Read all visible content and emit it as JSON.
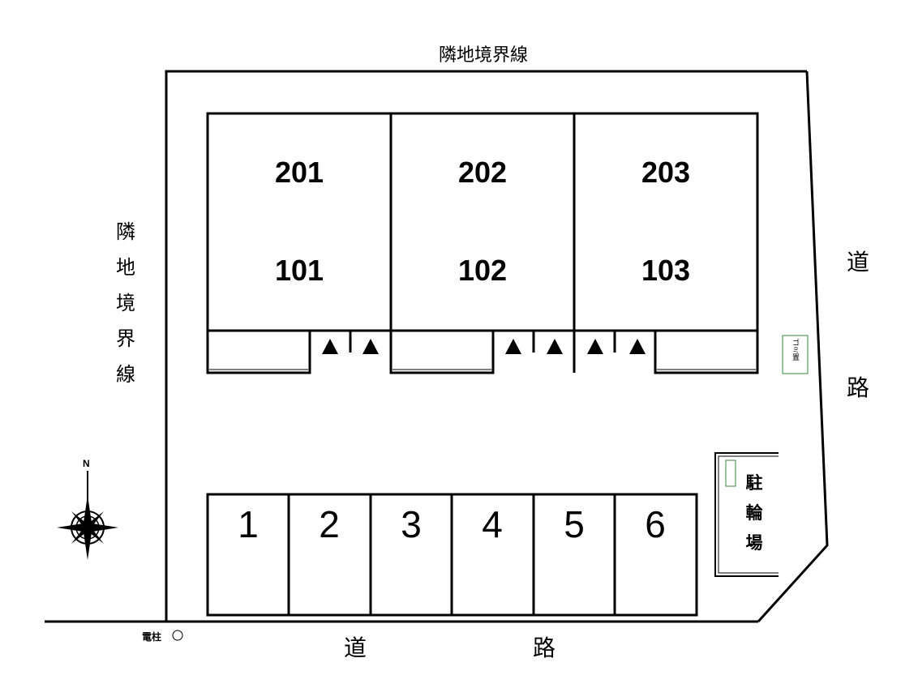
{
  "boundary": {
    "top_label": "隣地境界線",
    "left_label": [
      "隣",
      "地",
      "境",
      "界",
      "線"
    ]
  },
  "road": {
    "right_label": [
      "道",
      "路"
    ],
    "bottom_label": [
      "道",
      "路"
    ]
  },
  "building": {
    "units_upper": [
      "201",
      "202",
      "203"
    ],
    "units_lower": [
      "101",
      "102",
      "103"
    ]
  },
  "parking": {
    "slots": [
      "1",
      "2",
      "3",
      "4",
      "5",
      "6"
    ]
  },
  "bicycle_parking": {
    "label": [
      "駐",
      "輪",
      "場"
    ]
  },
  "garbage": {
    "label": "ゴミ置"
  },
  "utility_pole": {
    "label": "電柱"
  },
  "compass": {
    "north": "N"
  }
}
